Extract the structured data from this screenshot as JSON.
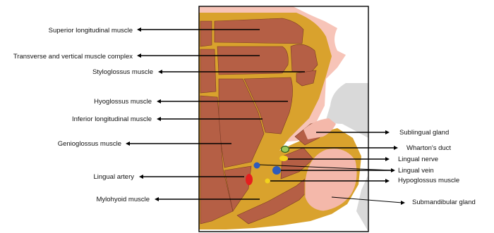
{
  "diagram": {
    "labels_left": {
      "superior_longitudinal": "Superior longitudinal muscle",
      "transverse_vertical": "Transverse and vertical muscle complex",
      "styloglossus": "Styloglossus muscle",
      "hyoglossus": "Hyoglossus muscle",
      "inferior_longitudinal": "Inferior longitudinal muscle",
      "genioglossus": "Genioglossus muscle",
      "lingual_artery": "Lingual artery",
      "mylohyoid": "Mylohyoid muscle"
    },
    "labels_right": {
      "sublingual_gland": "Sublingual gland",
      "whartons_duct": "Wharton's duct",
      "lingual_nerve": "Lingual nerve",
      "lingual_vein": "Lingual vein",
      "hypoglossus": "Hypoglossus muscle",
      "submandibular_gland": "Submandibular gland"
    },
    "colors": {
      "muscle": "#b55f45",
      "muscle_edge": "#7a3b26",
      "fat": "#d9a22d",
      "mucosa": "#f7c4b8",
      "gland": "#f4b8aa",
      "bone": "#d9d9d9",
      "artery": "#e61e1e",
      "vein": "#2d5bbd",
      "nerve": "#f2d21c",
      "duct": "#9cc95a"
    }
  }
}
